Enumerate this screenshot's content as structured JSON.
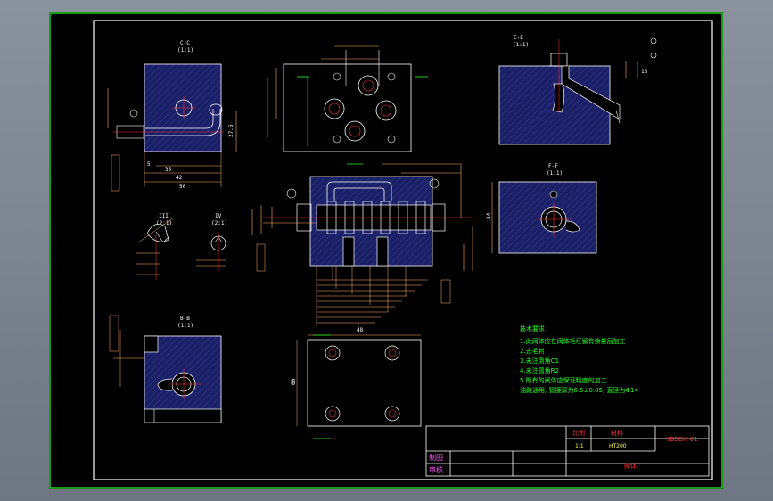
{
  "drawing": {
    "tech_requirements": {
      "title": "技术要求",
      "lines": [
        "1.此阀体应在阀体毛坯留有余量后加工",
        "2.去毛刺",
        "3.未注倒角C1",
        "4.未注圆角R2",
        "5.所有的阀体应保证精度的加工",
        "油路通用, 管接深为0.5±0.05, 直径为Φ14"
      ]
    },
    "title_block": {
      "scale_label": "比例",
      "scale_value": "1:1",
      "material_label": "材料",
      "material_value": "HT200",
      "drawing_no": "YBEGH-01",
      "drawn_label": "制图",
      "check_label": "审核",
      "part_name": "阀体"
    },
    "views": {
      "c_c": "C-C",
      "e_e": "E-E",
      "f_f": "F-F",
      "b_b": "B-B",
      "iii": "III",
      "iv": "IV",
      "scale_21": "(2:1)",
      "scale_11": "(1:1)"
    },
    "dims": {
      "d_50": "50",
      "d_42": "42",
      "d_35": "35",
      "d_5": "5",
      "d_27": "27.5",
      "d_15": "15",
      "d_34": "34",
      "d_48": "48",
      "d_60": "60"
    },
    "colors": {
      "background": "#000000",
      "frame": "#ffffff",
      "outer_border": "#22cc22",
      "part_fill": "#1a1f66",
      "dimension": "#ffb060",
      "centerline": "#ff3030",
      "text_green": "#22ff22"
    }
  }
}
